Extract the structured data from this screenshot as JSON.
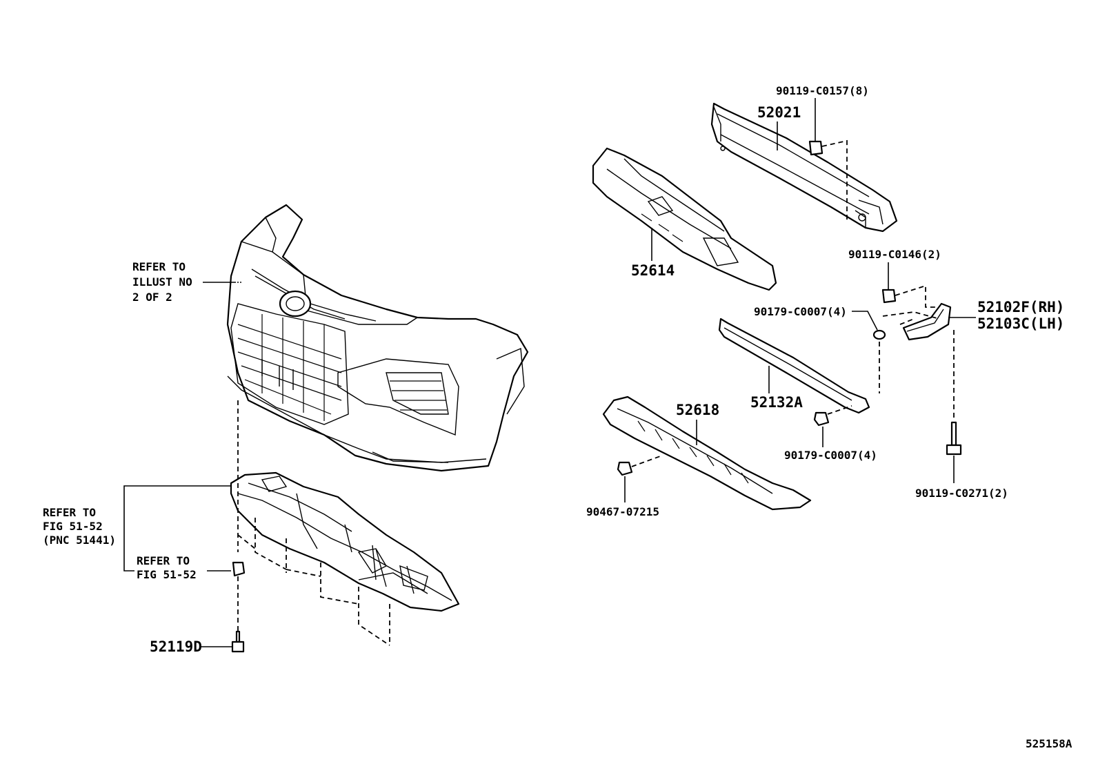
{
  "diagram": {
    "figure_id": "525158A",
    "callouts": {
      "p52021": "52021",
      "p90119_c0157": "90119-C0157(8)",
      "p52614": "52614",
      "p90119_c0146": "90119-C0146(2)",
      "p52102f": "52102F(RH)",
      "p52103c": "52103C(LH)",
      "p90179_top": "90179-C0007(4)",
      "p52132a": "52132A",
      "p52618": "52618",
      "p90179_bot": "90179-C0007(4)",
      "p90467": "90467-07215",
      "p90119_c0271": "90119-C0271(2)",
      "p52119d": "52119D"
    },
    "notes": {
      "illust_line1": "REFER TO",
      "illust_line2": "ILLUST NO",
      "illust_line3": "2 OF 2",
      "fig_a_line1": "REFER TO",
      "fig_a_line2": "FIG 51-52",
      "fig_a_line3": "(PNC 51441)",
      "fig_b_line1": "REFER TO",
      "fig_b_line2": "FIG 51-52"
    }
  }
}
